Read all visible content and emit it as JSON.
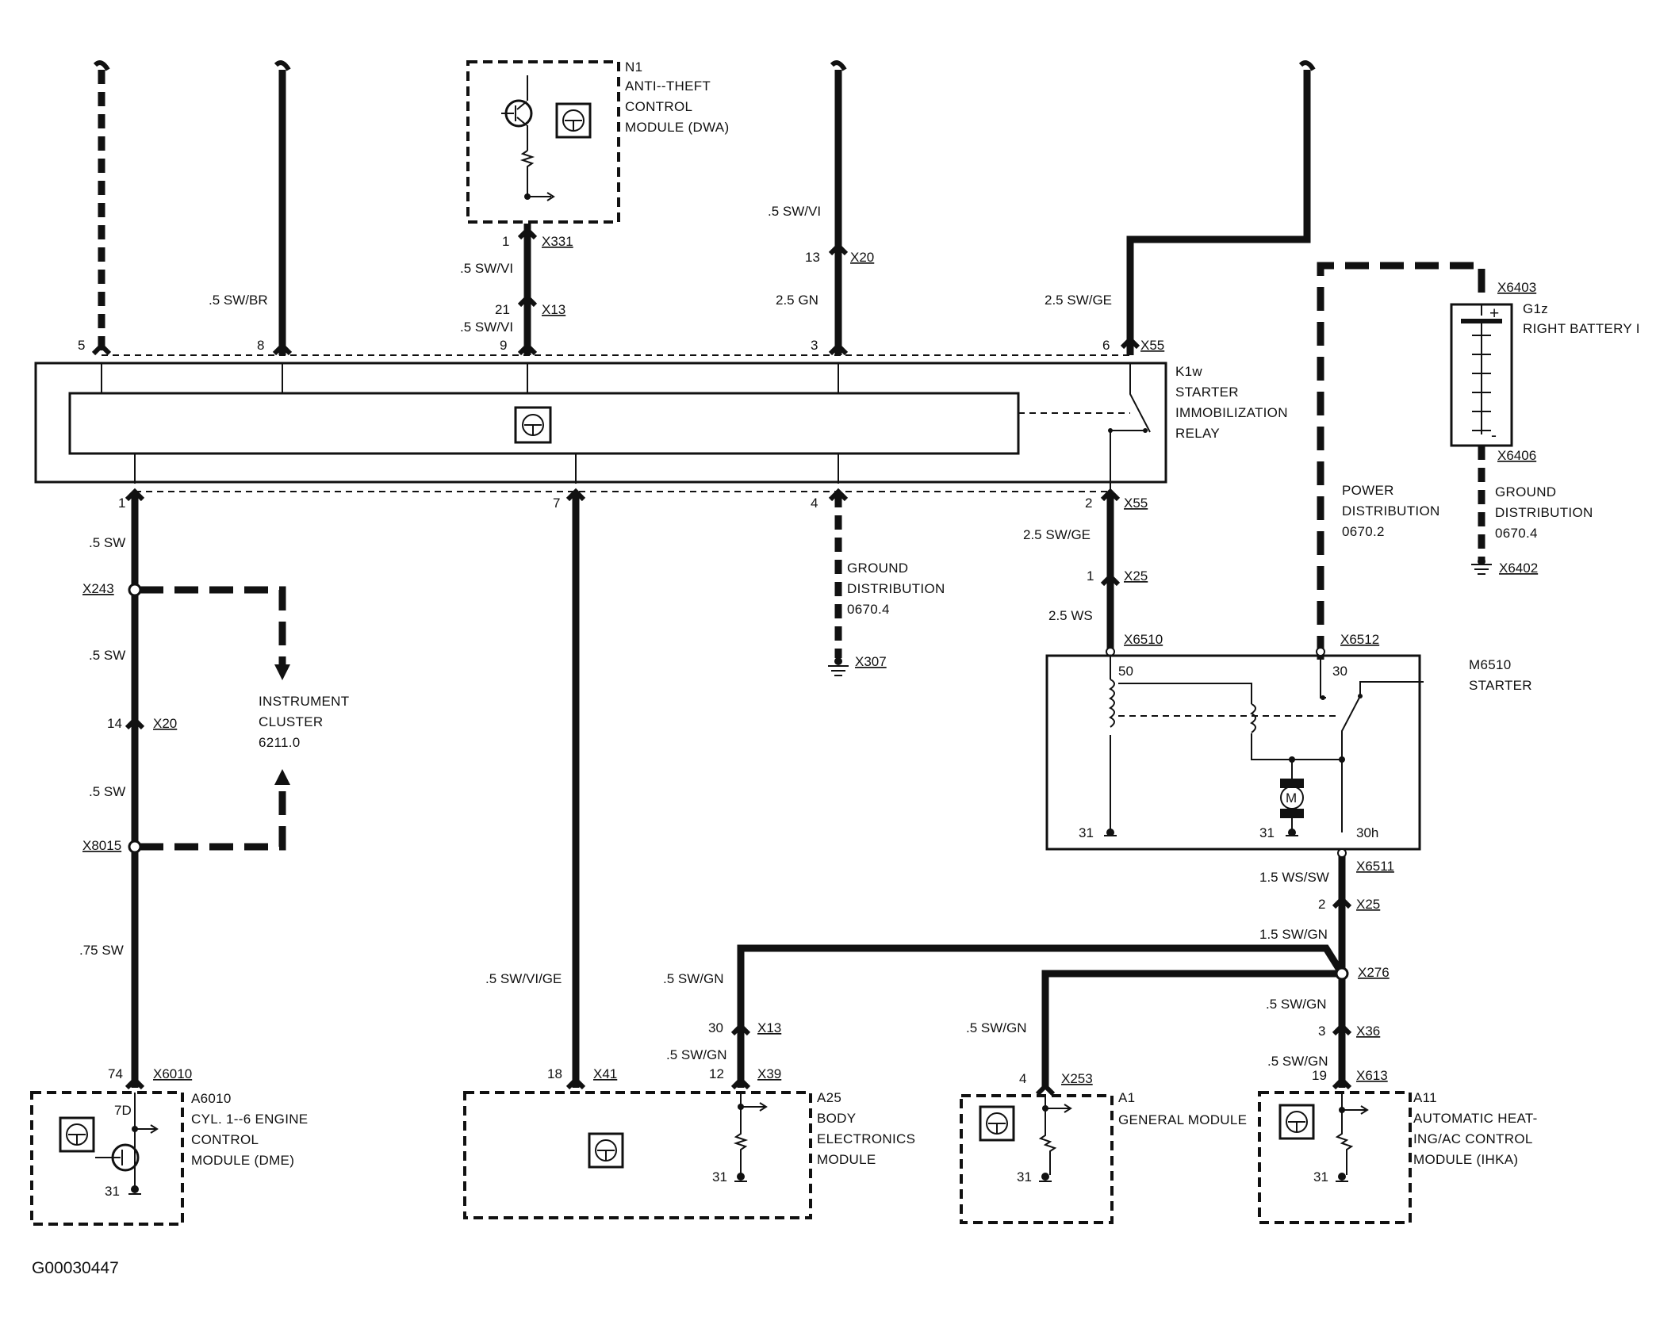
{
  "footer_code": "G00030447",
  "components": {
    "n1": {
      "ref": "N1",
      "line1": "ANTI--THEFT",
      "line2": "CONTROL",
      "line3": "MODULE (DWA)"
    },
    "k1w": {
      "ref": "K1w",
      "line1": "STARTER",
      "line2": "IMMOBILIZATION",
      "line3": "RELAY"
    },
    "g1z": {
      "ref": "G1z",
      "line1": "RIGHT BATTERY I"
    },
    "m6510": {
      "ref": "M6510",
      "line1": "STARTER"
    },
    "a6010": {
      "ref": "A6010",
      "line1": "CYL. 1--6 ENGINE",
      "line2": "CONTROL",
      "line3": "MODULE (DME)"
    },
    "a25": {
      "ref": "A25",
      "line1": "BODY",
      "line2": "ELECTRONICS",
      "line3": "MODULE"
    },
    "a1": {
      "ref": "A1",
      "line1": "GENERAL MODULE"
    },
    "a11": {
      "ref": "A11",
      "line1": "AUTOMATIC HEAT-",
      "line2": "ING/AC CONTROL",
      "line3": "MODULE (IHKA)"
    }
  },
  "references": {
    "instrument_cluster": {
      "line1": "INSTRUMENT",
      "line2": "CLUSTER",
      "line3": "6211.0"
    },
    "ground_dist_mid": {
      "line1": "GROUND",
      "line2": "DISTRIBUTION",
      "line3": "0670.4"
    },
    "power_dist": {
      "line1": "POWER",
      "line2": "DISTRIBUTION",
      "line3": "0670.2"
    },
    "ground_dist_right": {
      "line1": "GROUND",
      "line2": "DISTRIBUTION",
      "line3": "0670.4"
    }
  },
  "wires": {
    "w_sw_br": ".5 SW/BR",
    "w_sw_vi_a": ".5 SW/VI",
    "w_sw_vi_b": ".5 SW/VI",
    "w_sw_vi_top": ".5 SW/VI",
    "w_25gn": "2.5 GN",
    "w_25swge_top": "2.5 SW/GE",
    "w_5sw_1": ".5 SW",
    "w_5sw_2": ".5 SW",
    "w_5sw_3": ".5 SW",
    "w_75sw": ".75 SW",
    "w_swvige": ".5 SW/VI/GE",
    "w_25swge_bot": "2.5 SW/GE",
    "w_25ws": "2.5 WS",
    "w_15wssw": "1.5 WS/SW",
    "w_15swgn": "1.5 SW/GN",
    "w_swgn_a25a": ".5 SW/GN",
    "w_swgn_a25b": ".5 SW/GN",
    "w_swgn_a1": ".5 SW/GN",
    "w_swgn_x36a": ".5 SW/GN",
    "w_swgn_x36b": ".5 SW/GN"
  },
  "connectors": {
    "x331": "X331",
    "x13a": "X13",
    "x20a": "X20",
    "x55a": "X55",
    "x55b": "X55",
    "x6403": "X6403",
    "x6406": "X6406",
    "x6402": "X6402",
    "x25a": "X25",
    "x6510": "X6510",
    "x6512": "X6512",
    "x243": "X243",
    "x20b": "X20",
    "x8015": "X8015",
    "x307": "X307",
    "x6511": "X6511",
    "x25b": "X25",
    "x276": "X276",
    "x36": "X36",
    "x13b": "X13",
    "x39": "X39",
    "x41": "X41",
    "x6010": "X6010",
    "x253": "X253",
    "x613": "X613"
  },
  "pins": {
    "p5": "5",
    "p8": "8",
    "p9": "9",
    "p3": "3",
    "p6": "6",
    "p1": "1",
    "p7": "7",
    "p4": "4",
    "p2": "2",
    "n1_p1": "1",
    "n1_p21": "21",
    "x20_p13": "13",
    "x25_p1": "1",
    "st_50": "50",
    "st_30": "30",
    "st_31a": "31",
    "st_31b": "31",
    "st_30h": "30h",
    "x20_p14": "14",
    "x6511_p2": "2",
    "x36_p3": "3",
    "x13_p30": "30",
    "x39_p12": "12",
    "x41_p18": "18",
    "x6010_p74": "74",
    "dme_p7d": "7D",
    "dme_p31": "31",
    "a25_p31": "31",
    "x253_p4": "4",
    "a1_p31": "31",
    "x613_p19": "19",
    "a11_p31": "31"
  },
  "battery_signs": {
    "plus": "+",
    "minus": "-"
  },
  "motor_symbol": "M"
}
